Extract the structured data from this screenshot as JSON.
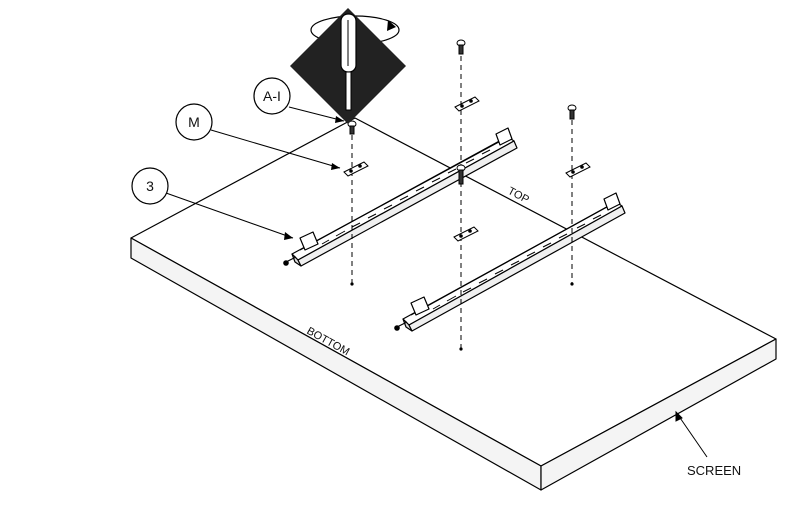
{
  "callouts": {
    "a": "A-I",
    "m": "M",
    "n3": "3"
  },
  "labels": {
    "top": "TOP",
    "bottom": "BOTTOM",
    "screen": "SCREEN"
  },
  "icons": {
    "tool": "screwdriver-diamond-icon"
  },
  "colors": {
    "line": "#000000",
    "panel_edge": "#f2f2f2",
    "diamond": "#222222"
  }
}
